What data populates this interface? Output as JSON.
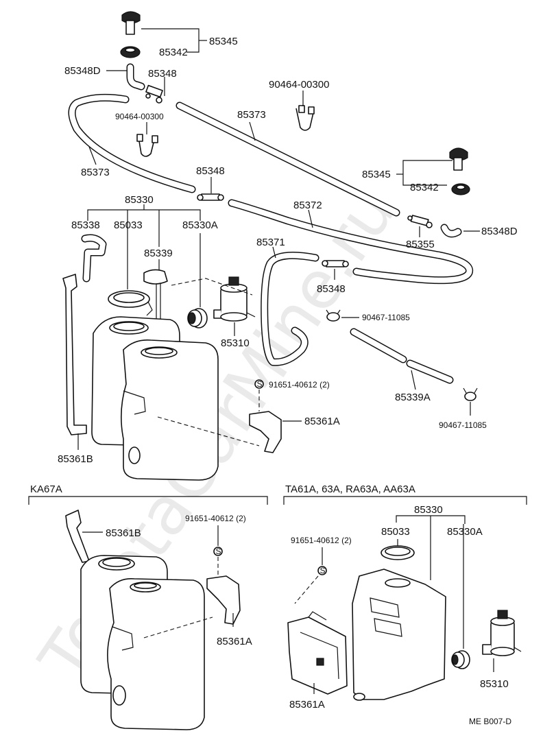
{
  "watermark": "ToyotaCarMine.ru",
  "footer_code": "ME B007-D",
  "sections": {
    "ka67a": "KA67A",
    "ta61a": "TA61A, 63A, RA63A, AA63A"
  },
  "top_labels": {
    "l85345a": "85345",
    "l85342a": "85342",
    "l85348d_a": "85348D",
    "l85348a": "85348",
    "l90464a": "90464-00300",
    "l90464b": "90464-00300",
    "l85373a": "85373",
    "l85373b": "85373",
    "l85348b": "85348",
    "l85345b": "85345",
    "l85342b": "85342",
    "l85330": "85330",
    "l85372": "85372",
    "l85338": "85338",
    "l85033": "85033",
    "l85330a": "85330A",
    "l85348d_b": "85348D",
    "l85355": "85355",
    "l85339": "85339",
    "l85371": "85371",
    "l85348c": "85348",
    "l90467a": "90467-11085",
    "l85310": "85310",
    "l91651": "91651-40612 (2)",
    "l85339a": "85339A",
    "l85361a": "85361A",
    "l90467b": "90467-11085",
    "l85361b": "85361B"
  },
  "ka67a_labels": {
    "l85361b": "85361B",
    "l91651": "91651-40612 (2)",
    "l85361a": "85361A"
  },
  "ta61a_labels": {
    "l85330": "85330",
    "l91651": "91651-40612 (2)",
    "l85033": "85033",
    "l85330a": "85330A",
    "l85310": "85310",
    "l85361a": "85361A"
  },
  "screw_symbol": "S"
}
